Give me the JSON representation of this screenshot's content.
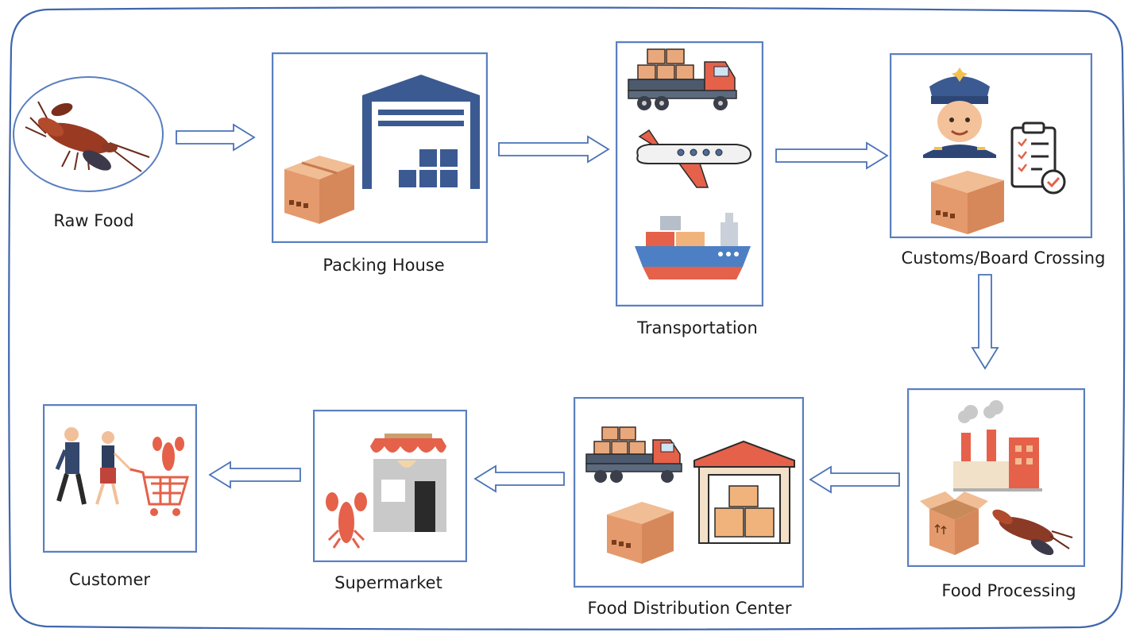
{
  "stages": {
    "raw_food": {
      "label": "Raw Food"
    },
    "packing_house": {
      "label": "Packing House"
    },
    "transportation": {
      "label": "Transportation"
    },
    "customs": {
      "label": "Customs/Board Crossing"
    },
    "food_processing": {
      "label": "Food Processing"
    },
    "distribution": {
      "label": "Food Distribution Center"
    },
    "supermarket": {
      "label": "Supermarket"
    },
    "customer": {
      "label": "Customer"
    }
  },
  "flow": [
    "raw_food",
    "packing_house",
    "transportation",
    "customs",
    "food_processing",
    "distribution",
    "supermarket",
    "customer"
  ],
  "colors": {
    "outline": "#3f66ad",
    "arrow_stroke": "#4a72b8",
    "warehouse_blue": "#3b5a92",
    "box_tan": "#e8a87c",
    "truck_red": "#e5614a",
    "ship_blue": "#4d7fc4"
  }
}
